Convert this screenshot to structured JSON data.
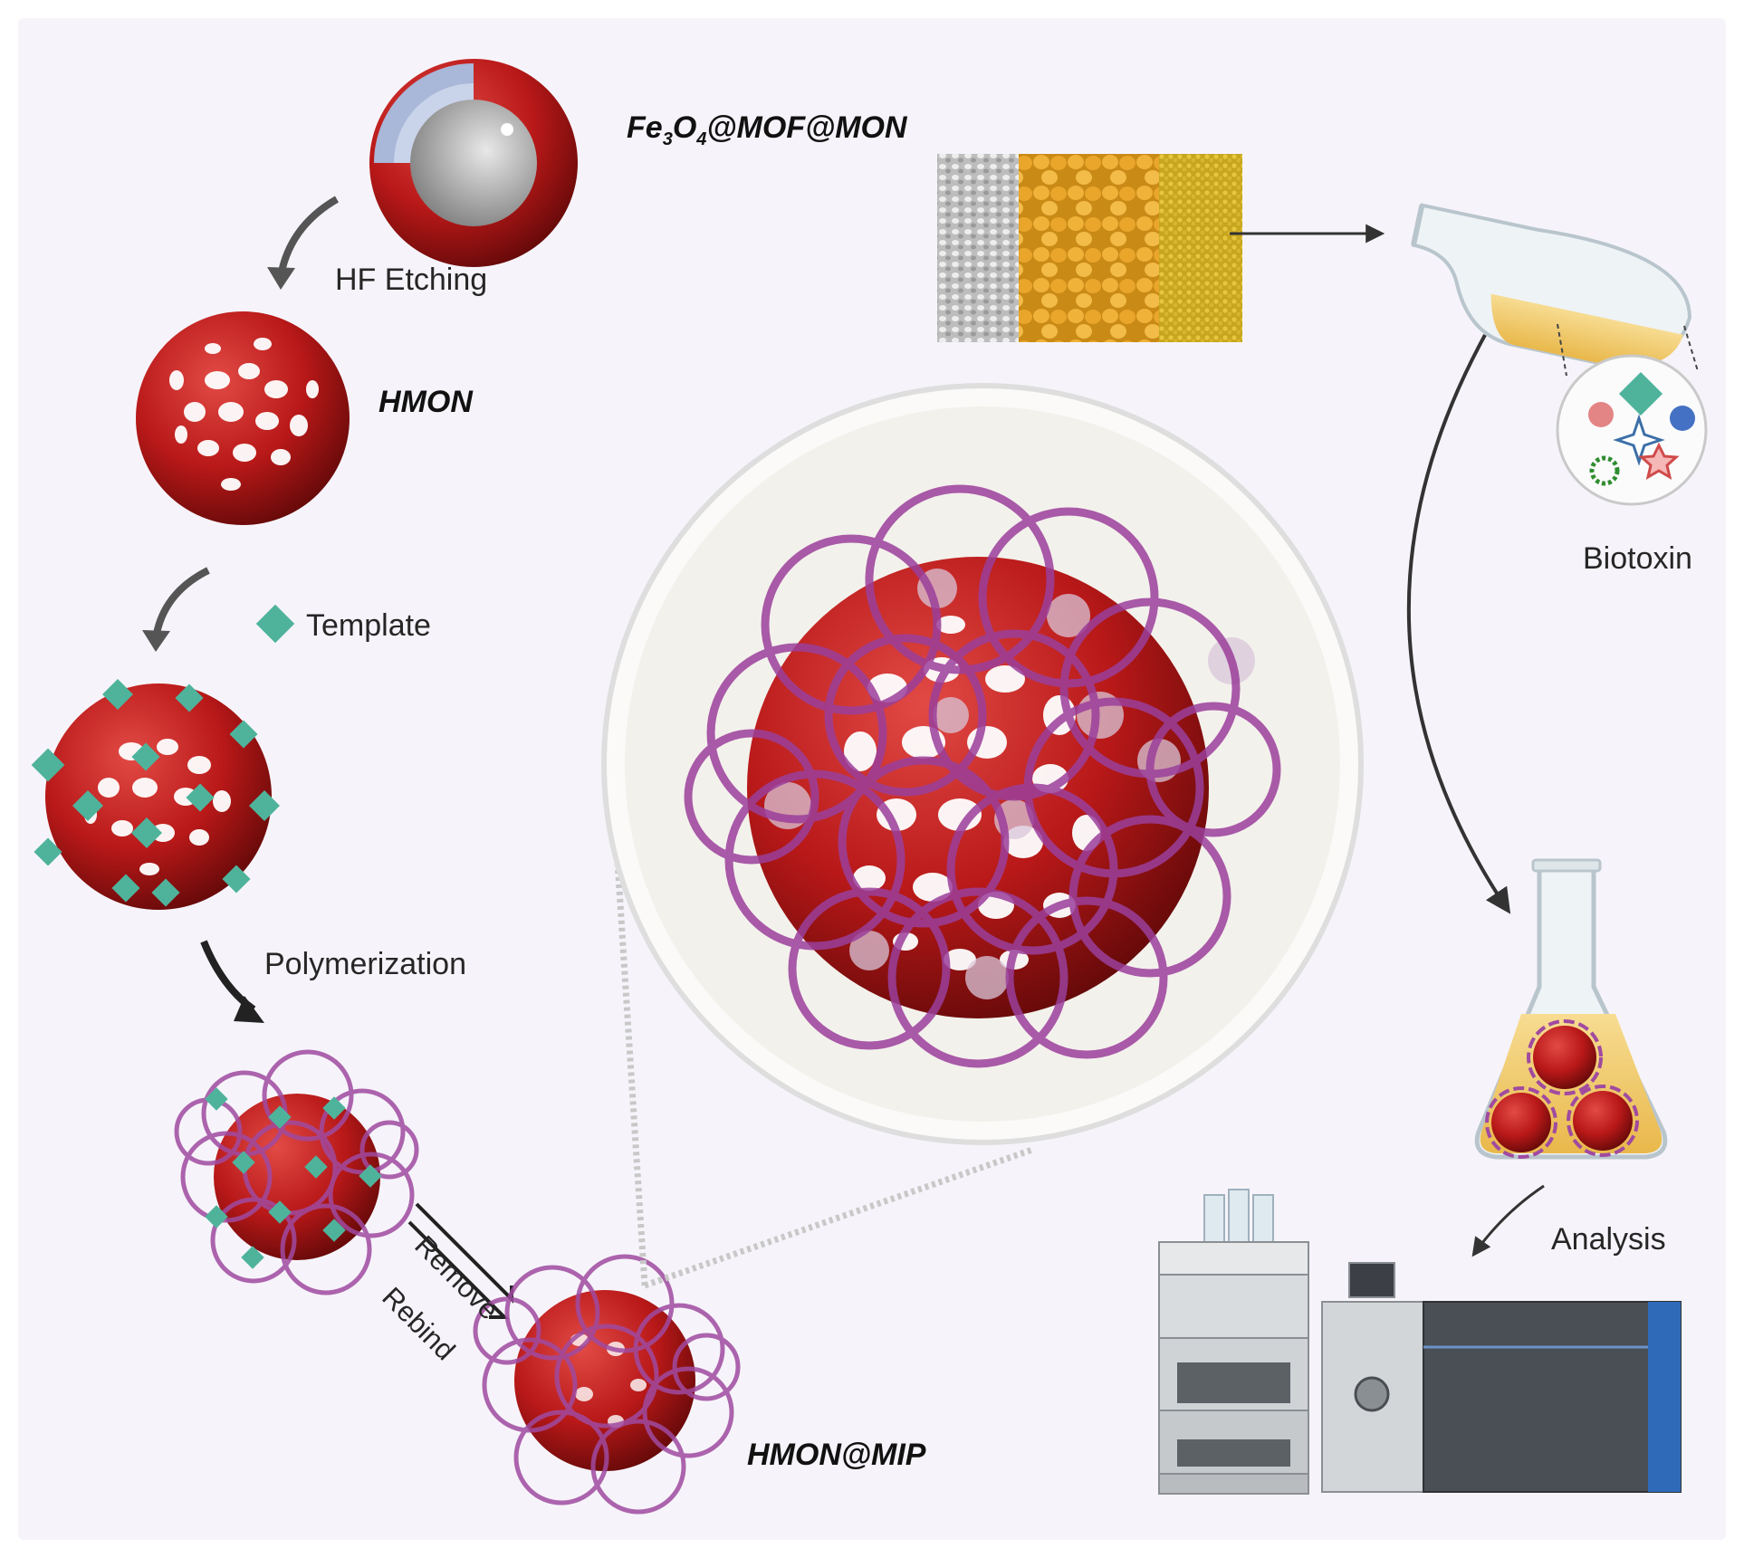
{
  "labels": {
    "core_shell_prefix": "Fe",
    "core_shell_sub1": "3",
    "core_shell_mid": "O",
    "core_shell_sub2": "4",
    "core_shell_suffix": "@MOF@MON",
    "hf_etching": "HF Etching",
    "hmon": "HMON",
    "template": "Template",
    "polymerization": "Polymerization",
    "remove": "Remove",
    "rebind": "Rebind",
    "hmon_mip": "HMON@MIP",
    "biotoxin": "Biotoxin",
    "analysis": "Analysis"
  },
  "colors": {
    "sphere_red": "#b81818",
    "polymer_purple": "#a04aa0",
    "template_teal": "#4fb39c",
    "liquid_yellow": "#e9b84b",
    "background": "#f6f4fa"
  }
}
